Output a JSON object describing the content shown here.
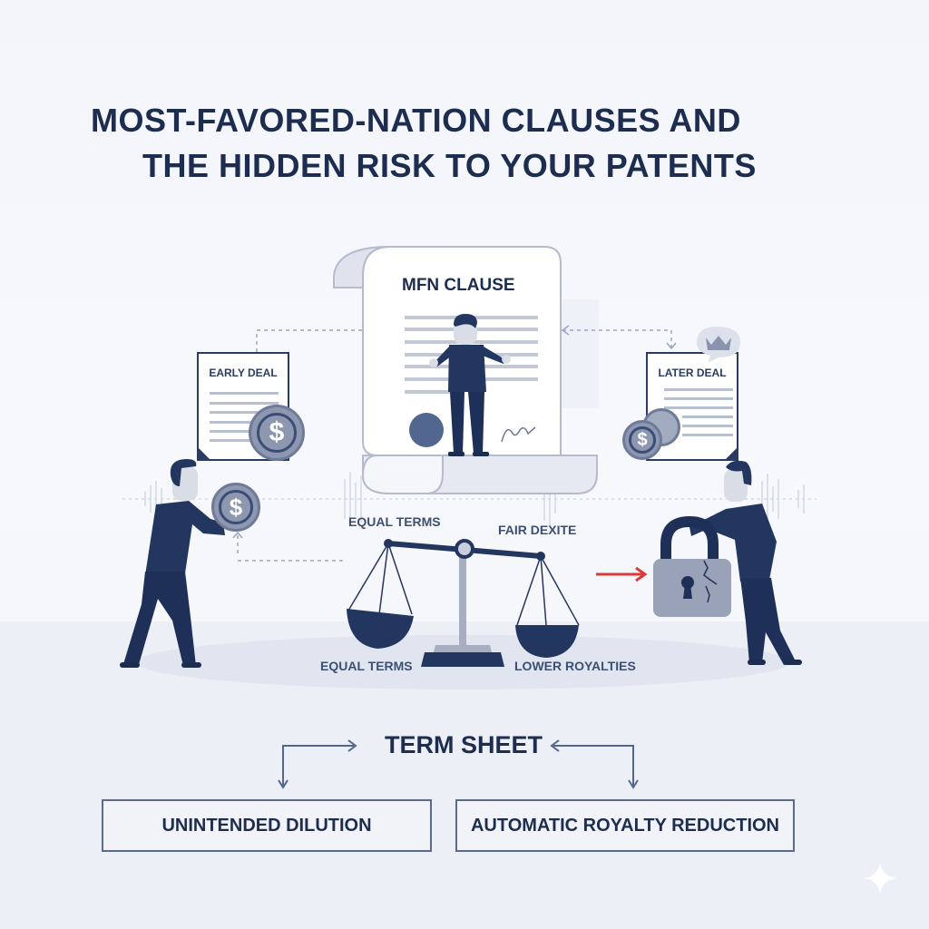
{
  "title": {
    "line1": "MOST-FAVORED-NATION CLAUSES AND",
    "line2": "THE HIDDEN RISK TO YOUR PATENTS"
  },
  "scroll": {
    "heading": "MFN CLAUSE"
  },
  "early_deal": {
    "heading": "EARLY DEAL",
    "coin_symbol": "$"
  },
  "later_deal": {
    "heading": "LATER DEAL",
    "coin_symbol": "$",
    "badge_icon": "crown-icon"
  },
  "scale": {
    "top_left_label": "EQUAL TERMS",
    "top_right_label": "FAIR DEXITE",
    "bottom_left_label": "EQUAL TERMS",
    "bottom_right_label": "LOWER ROYALTIES"
  },
  "left_figure": {
    "coin_symbol": "$"
  },
  "term_sheet": {
    "heading": "TERM SHEET",
    "outcomes": [
      "UNINTENDED DILUTION",
      "AUTOMATIC ROYALTY REDUCTION"
    ]
  },
  "colors": {
    "navy": "#1c2d4f",
    "suit": "#23365f",
    "slate": "#8e97b0",
    "accent_red": "#d93a3a",
    "background": "#f4f6fb"
  }
}
